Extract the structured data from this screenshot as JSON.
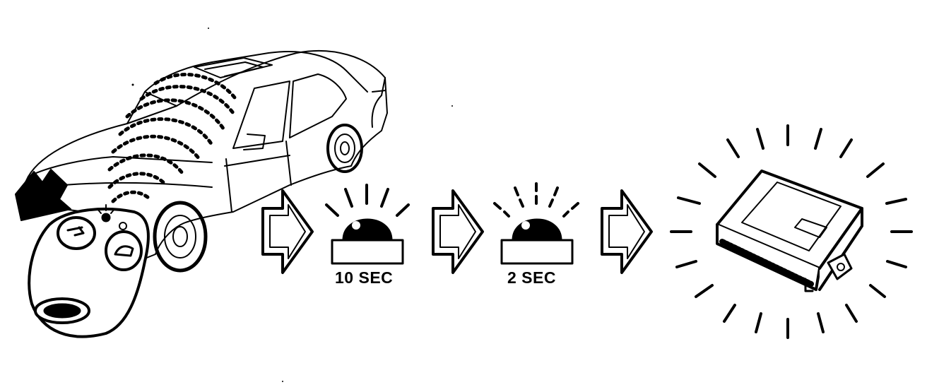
{
  "diagram": {
    "steps": [
      {
        "id": "remote",
        "label": "",
        "icon": "remote-key-fob-with-car-icon"
      },
      {
        "id": "lamp1",
        "label": "10 SEC",
        "icon": "flashing-lamp-icon"
      },
      {
        "id": "lamp2",
        "label": "2 SEC",
        "icon": "flashing-lamp-dashed-icon"
      },
      {
        "id": "module",
        "label": "",
        "icon": "control-module-icon"
      }
    ],
    "connectors": [
      "arrow-right-icon",
      "arrow-right-icon",
      "arrow-right-icon"
    ]
  }
}
